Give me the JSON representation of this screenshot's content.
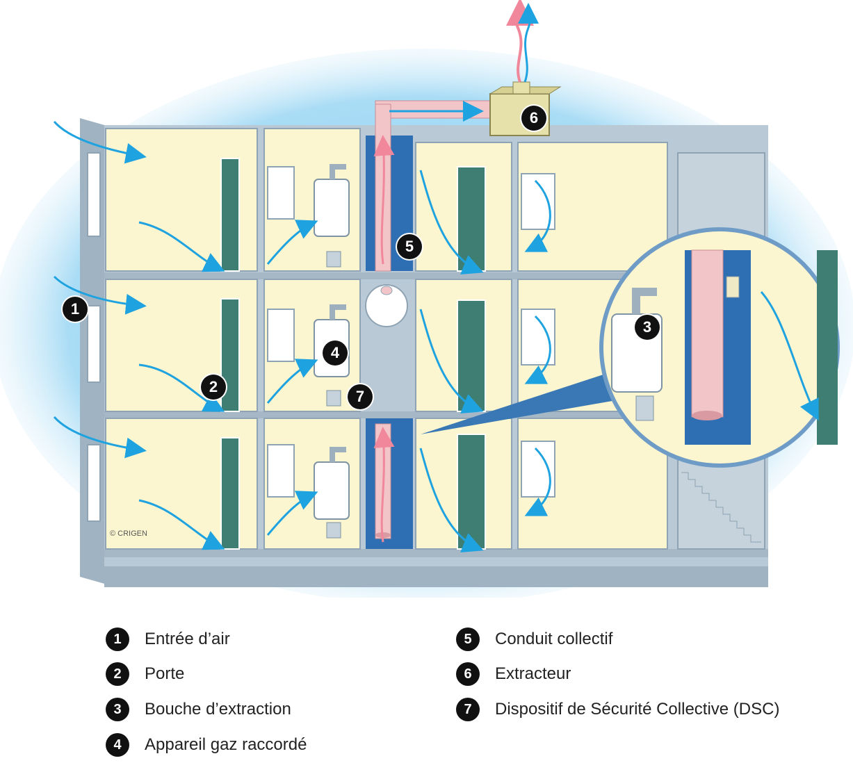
{
  "colors": {
    "sky": "#8fd0f2",
    "wall": "#b9cad6",
    "room": "#fbf6cf",
    "duct_blue": "#2e6fb3",
    "duct_pink": "#f2c6c9",
    "door": "#3f7f73",
    "airflow": "#1fa3e0"
  },
  "markers": {
    "m1": "1",
    "m2": "2",
    "m3": "3",
    "m4": "4",
    "m5": "5",
    "m6": "6",
    "m7": "7"
  },
  "copyright": "CRIGEN",
  "legend": [
    {
      "number": "1",
      "label": "Entrée d’air"
    },
    {
      "number": "2",
      "label": "Porte"
    },
    {
      "number": "3",
      "label": "Bouche d’extraction"
    },
    {
      "number": "4",
      "label": "Appareil gaz raccordé"
    },
    {
      "number": "5",
      "label": "Conduit collectif"
    },
    {
      "number": "6",
      "label": "Extracteur"
    },
    {
      "number": "7",
      "label": "Dispositif de Sécurité Collective (DSC)"
    }
  ]
}
